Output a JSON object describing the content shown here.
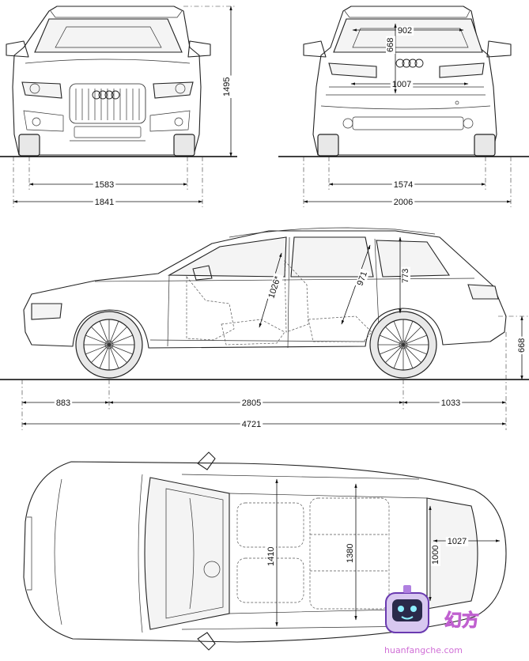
{
  "dimensions": {
    "front_track": "1583",
    "front_width": "1841",
    "overall_height": "1495",
    "rear_track": "1574",
    "width_mirrors": "2006",
    "rear_load_height": "668",
    "rear_load_top_width": "902",
    "rear_load_bottom_width": "1007",
    "side_front_headroom": "1026*",
    "side_rear_headroom": "971",
    "side_door_height": "773",
    "side_load_sill": "668",
    "front_overhang": "883",
    "wheelbase": "2805",
    "rear_overhang": "1033",
    "overall_length": "4721",
    "interior_front_width": "1410",
    "interior_rear_width": "1380",
    "cargo_floor_width": "1000",
    "cargo_floor_length": "1027"
  },
  "watermark": {
    "brand_text": "幻方",
    "url_text": "huanfangche.com"
  }
}
